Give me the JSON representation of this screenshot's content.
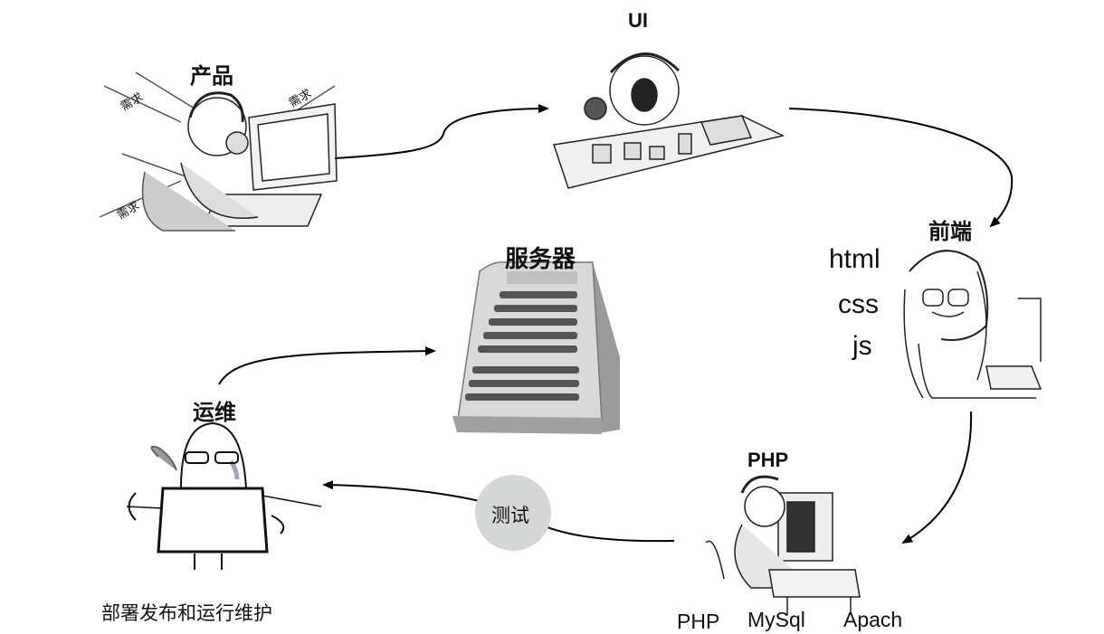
{
  "nodes": {
    "product": {
      "title": "产品",
      "demand_labels": [
        "需求",
        "需求",
        "需求"
      ]
    },
    "ui": {
      "title": "UI"
    },
    "frontend": {
      "title": "前端",
      "techs": [
        "html",
        "css",
        "js"
      ]
    },
    "php": {
      "title": "PHP",
      "stack": [
        "PHP",
        "MySql",
        "Apach"
      ]
    },
    "ops": {
      "title": "运维",
      "caption": "部署发布和运行维护"
    },
    "server": {
      "title": "服务器"
    }
  },
  "edges": [
    {
      "from": "product",
      "to": "ui",
      "label": ""
    },
    {
      "from": "ui",
      "to": "frontend",
      "label": ""
    },
    {
      "from": "frontend",
      "to": "php",
      "label": ""
    },
    {
      "from": "php",
      "to": "ops",
      "label": "测试"
    },
    {
      "from": "ops",
      "to": "server",
      "label": ""
    }
  ],
  "colors": {
    "test_badge": "#d3d8d6",
    "line": "#000000"
  }
}
